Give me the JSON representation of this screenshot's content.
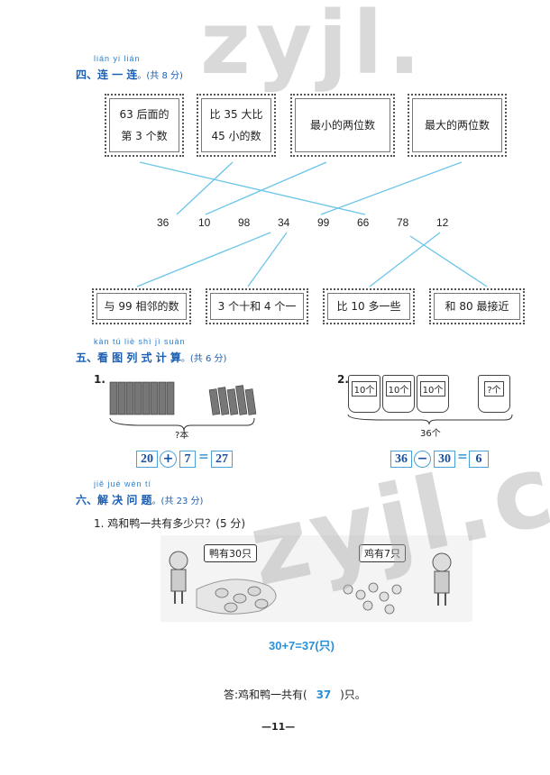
{
  "watermark": {
    "top": "zyjl.",
    "bottom": "zyjl.c"
  },
  "section4": {
    "pinyin": "lián yi lián",
    "title": "四、连 一 连",
    "score": "。(共 8 分)",
    "top_boxes": [
      {
        "line1": "63 后面的",
        "line2": "第 3 个数"
      },
      {
        "line1": "比 35 大比",
        "line2": "45 小的数"
      },
      {
        "line1": "最小的两位数",
        "line2": ""
      },
      {
        "line1": "最大的两位数",
        "line2": ""
      }
    ],
    "numbers": [
      "36",
      "10",
      "98",
      "34",
      "99",
      "66",
      "78",
      "12"
    ],
    "bottom_boxes": [
      "与 99 相邻的数",
      "3 个十和 4 个一",
      "比 10 多一些",
      "和 80 最接近"
    ]
  },
  "section5": {
    "pinyin": "kàn tú liè shì jì suàn",
    "title": "五、看 图 列 式 计 算",
    "score": "。(共 6 分)",
    "q1": {
      "num": "1.",
      "question_label": "?本",
      "answer": {
        "a": "20",
        "op": "+",
        "b": "7",
        "eq": "=",
        "result": "27"
      }
    },
    "q2": {
      "num": "2.",
      "cup_label": "10个",
      "unknown_label": "?个",
      "total_label": "36个",
      "answer": {
        "a": "36",
        "op": "−",
        "b": "30",
        "eq": "=",
        "result": "6"
      }
    }
  },
  "section6": {
    "pinyin": "jiě jué wèn tí",
    "title": "六、解 决 问 题",
    "score": "。(共 23 分)",
    "q1": {
      "text": "1. 鸡和鸭一共有多少只？(5 分)",
      "bubble_left": "鸭有30只",
      "bubble_right": "鸡有7只",
      "equation": "30+7=37(只)",
      "answer_prefix": "答:鸡和鸭一共有(",
      "answer_value": "37",
      "answer_suffix": ")只。"
    }
  },
  "page_number": "—11—"
}
